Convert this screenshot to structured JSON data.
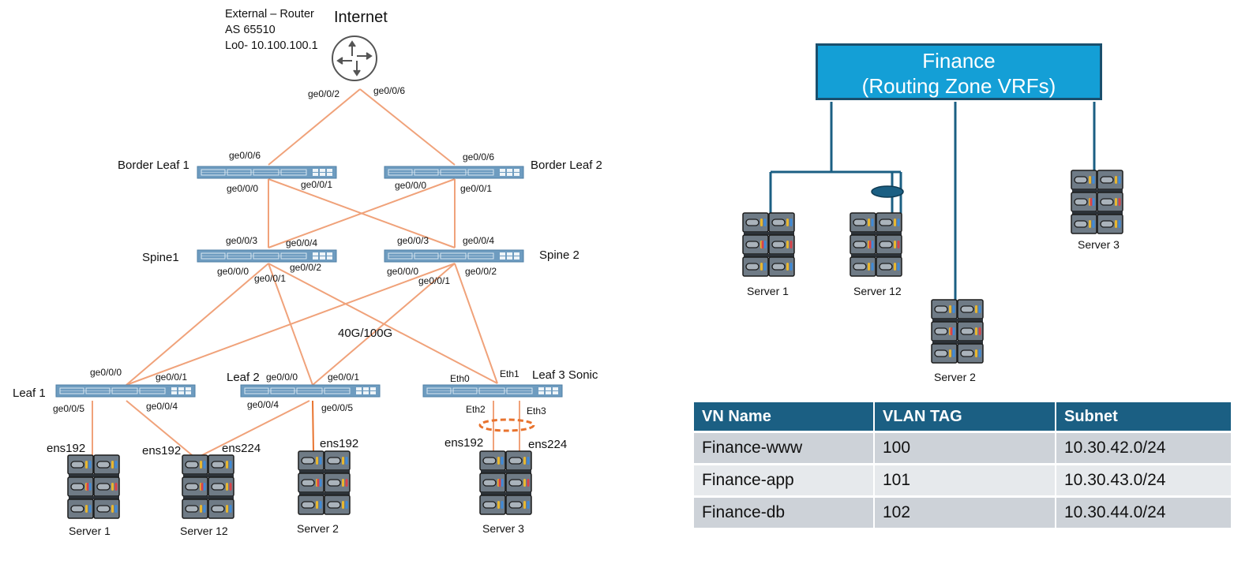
{
  "topology": {
    "internet_label": "Internet",
    "external_router": {
      "line1": "External – Router",
      "line2": "AS 65510",
      "line3": "Lo0- 10.100.100.1",
      "icon": "router-icon",
      "ports": [
        "ge0/0/2",
        "ge0/0/6"
      ]
    },
    "border_leaf_1": {
      "name": "Border Leaf 1",
      "ports": {
        "uplink": "ge0/0/6",
        "p0": "ge0/0/0",
        "p1": "ge0/0/1"
      }
    },
    "border_leaf_2": {
      "name": "Border Leaf 2",
      "ports": {
        "uplink": "ge0/0/6",
        "p0": "ge0/0/0",
        "p1": "ge0/0/1"
      }
    },
    "spine_1": {
      "name": "Spine1",
      "ports": {
        "p3": "ge0/0/3",
        "p4": "ge0/0/4",
        "p0": "ge0/0/0",
        "p1": "ge0/0/1",
        "p2": "ge0/0/2"
      }
    },
    "spine_2": {
      "name": "Spine 2",
      "ports": {
        "p3": "ge0/0/3",
        "p4": "ge0/0/4",
        "p0": "ge0/0/0",
        "p1": "ge0/0/1",
        "p2": "ge0/0/2"
      }
    },
    "link_speed": "40G/100G",
    "leaf_1": {
      "name": "Leaf 1",
      "ports": {
        "p0": "ge0/0/0",
        "p1": "ge0/0/1",
        "p5": "ge0/0/5",
        "p4": "ge0/0/4"
      }
    },
    "leaf_2": {
      "name": "Leaf 2",
      "ports": {
        "p0": "ge0/0/0",
        "p1": "ge0/0/1",
        "p4": "ge0/0/4",
        "p5": "ge0/0/5"
      }
    },
    "leaf_3": {
      "name": "Leaf 3 Sonic",
      "ports": {
        "p0": "Eth0",
        "p1": "Eth1",
        "p2": "Eth2",
        "p3": "Eth3"
      }
    },
    "servers": [
      {
        "name": "Server 1",
        "nics": [
          "ens192"
        ]
      },
      {
        "name": "Server 12",
        "nics": [
          "ens192",
          "ens224"
        ]
      },
      {
        "name": "Server 2",
        "nics": [
          "ens192"
        ]
      },
      {
        "name": "Server 3",
        "nics": [
          "ens192",
          "ens224"
        ]
      }
    ],
    "colors": {
      "link": "#f0a27a",
      "lag": "#e8732e",
      "switch": "#6e9cc0"
    }
  },
  "vrf": {
    "title_line1": "Finance",
    "title_line2": "(Routing Zone VRFs)",
    "servers": [
      "Server 1",
      "Server 12",
      "Server 2",
      "Server 3"
    ],
    "colors": {
      "box": "#149fd6",
      "border": "#1a4f6d",
      "tree": "#1b5f83"
    }
  },
  "vn_table": {
    "headers": [
      "VN Name",
      "VLAN TAG",
      "Subnet"
    ],
    "rows": [
      [
        "Finance-www",
        "100",
        "10.30.42.0/24"
      ],
      [
        "Finance-app",
        "101",
        "10.30.43.0/24"
      ],
      [
        "Finance-db",
        "102",
        "10.30.44.0/24"
      ]
    ]
  }
}
